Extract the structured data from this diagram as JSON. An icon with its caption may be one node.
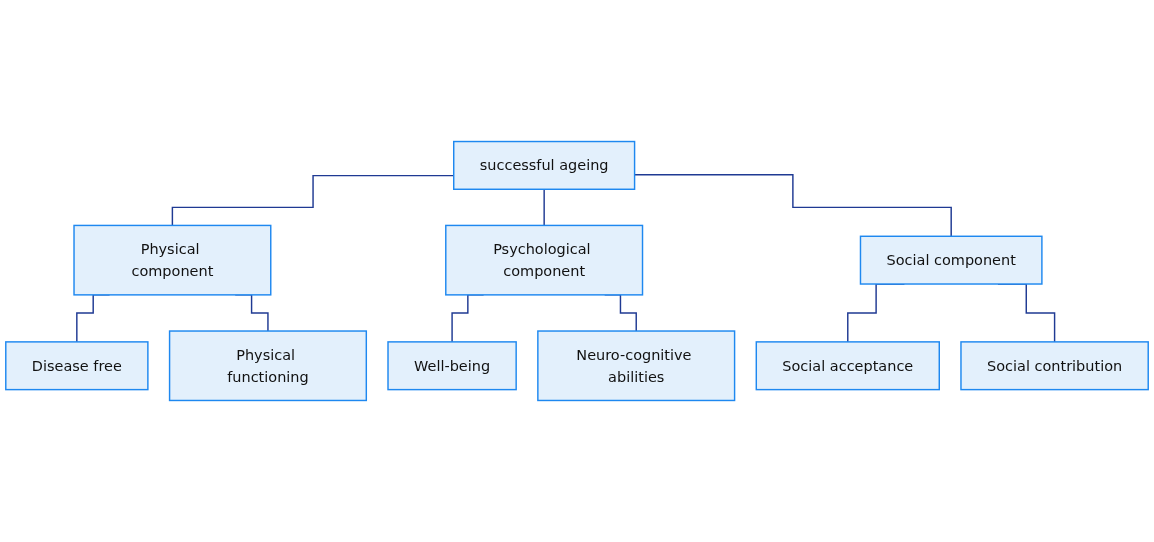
{
  "diagram": {
    "nodes": [
      {
        "text": [
          "successful ageing"
        ]
      },
      {
        "text": [
          "Physical component"
        ]
      },
      {
        "text": [
          "Psychological component"
        ]
      },
      {
        "text": [
          "Social component"
        ]
      },
      {
        "text": [
          "Disease free"
        ]
      },
      {
        "text": [
          "Physical functioning"
        ]
      },
      {
        "text": [
          "Well-being"
        ]
      },
      {
        "text": [
          "Neuro-cognitive abilities"
        ]
      },
      {
        "text": [
          "Social acceptance"
        ]
      },
      {
        "text": [
          "Social contribution"
        ]
      }
    ],
    "edges": [
      {
        "from": 0,
        "to": 1,
        "arrow": "none"
      },
      {
        "from": 0,
        "to": 2,
        "arrow": "none"
      },
      {
        "from": 0,
        "to": 3,
        "arrow": "none"
      },
      {
        "from": 1,
        "to": 4,
        "arrow": "none"
      },
      {
        "from": 1,
        "to": 5,
        "arrow": "none"
      },
      {
        "from": 2,
        "to": 6,
        "arrow": "none"
      },
      {
        "from": 2,
        "to": 7,
        "arrow": "none"
      },
      {
        "from": 3,
        "to": 8,
        "arrow": "none"
      },
      {
        "from": 3,
        "to": 9,
        "arrow": "none"
      }
    ]
  }
}
